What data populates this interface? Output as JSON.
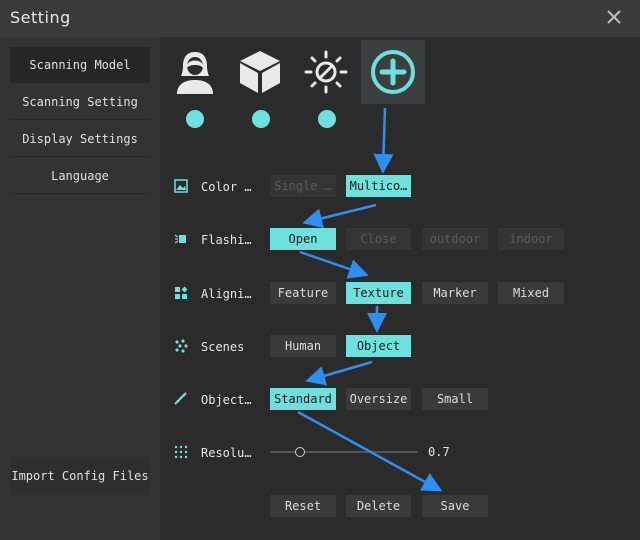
{
  "window": {
    "title": "Setting"
  },
  "sidebar": {
    "items": [
      {
        "label": "Scanning Model"
      },
      {
        "label": "Scanning Setting"
      },
      {
        "label": "Display Settings"
      },
      {
        "label": "Language"
      }
    ],
    "import_label": "Import Config Files"
  },
  "model_tabs": {
    "icons": [
      "human-bust-icon",
      "box-object-icon",
      "brightness-icon",
      "add-circle-icon"
    ]
  },
  "rows": {
    "color": {
      "label": "Color …",
      "options": [
        "Single …",
        "Multico…"
      ]
    },
    "flash": {
      "label": "Flashi…",
      "options": [
        "Open",
        "Close",
        "outdoor",
        "indoor"
      ]
    },
    "align": {
      "label": "Aligni…",
      "options": [
        "Feature",
        "Texture",
        "Marker",
        "Mixed"
      ]
    },
    "scenes": {
      "label": "Scenes",
      "options": [
        "Human",
        "Object"
      ]
    },
    "object": {
      "label": "Object…",
      "options": [
        "Standard",
        "Oversize",
        "Small"
      ]
    },
    "resolution": {
      "label": "Resolu…",
      "value": "0.7"
    }
  },
  "actions": {
    "reset": "Reset",
    "delete": "Delete",
    "save": "Save"
  },
  "colors": {
    "accent": "#6ee0dd",
    "arrow": "#2f8ff0"
  }
}
